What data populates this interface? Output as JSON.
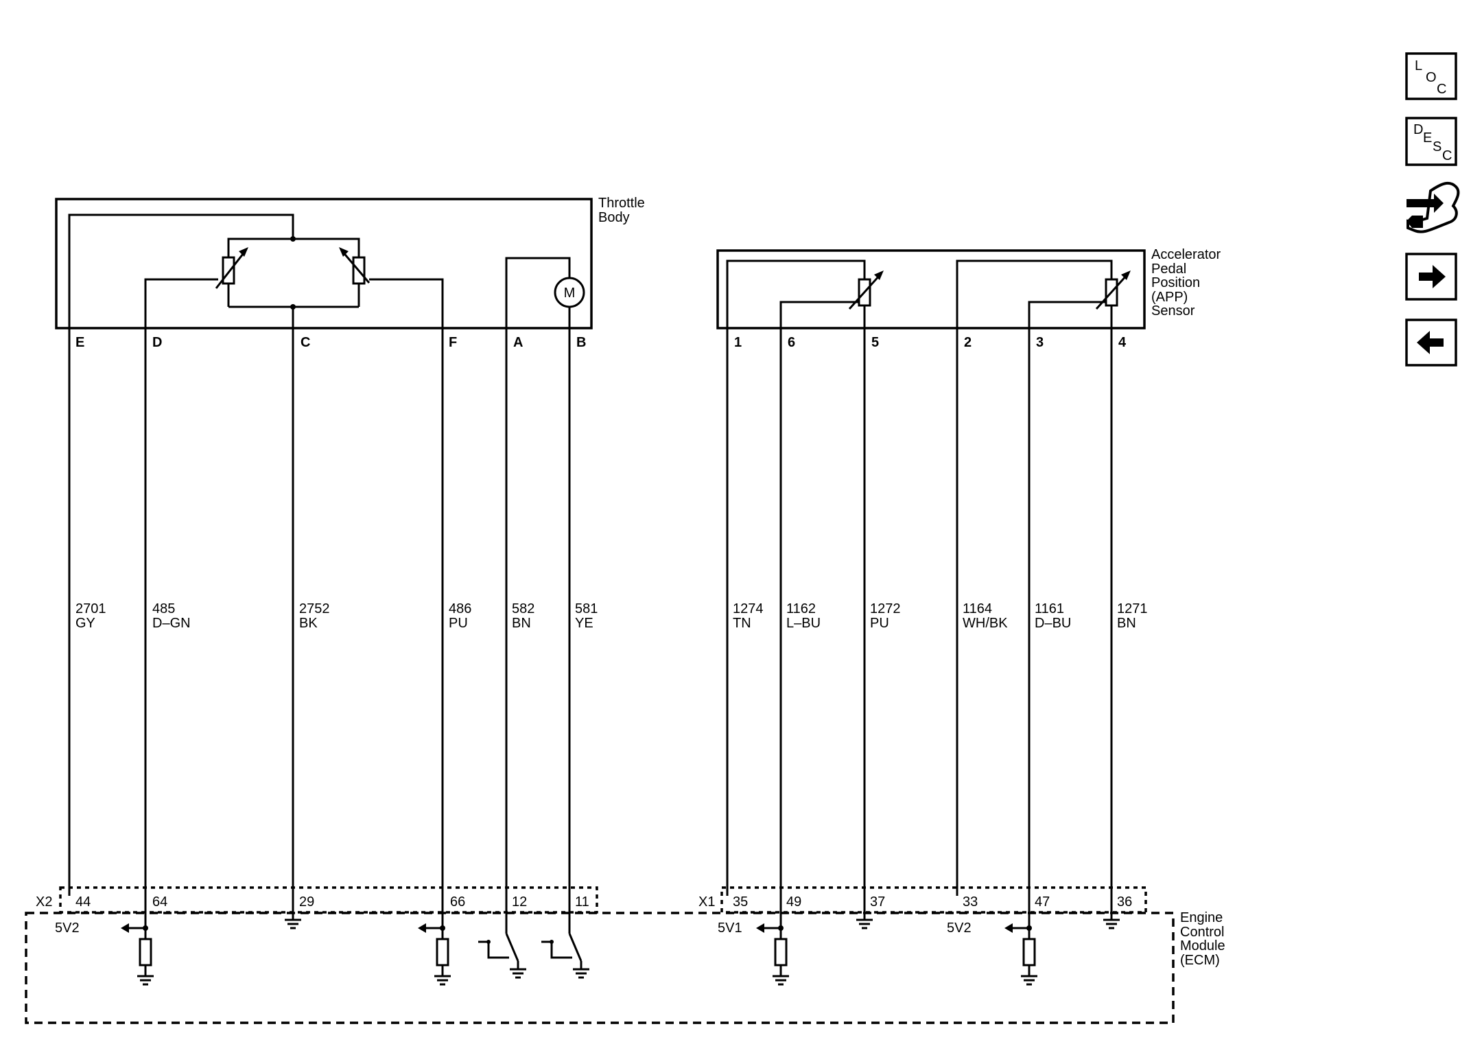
{
  "components": {
    "throttle_body": {
      "label_lines": [
        "Throttle",
        "Body"
      ],
      "motor": "M"
    },
    "app_sensor": {
      "label_lines": [
        "Accelerator",
        "Pedal",
        "Position",
        "(APP)",
        "Sensor"
      ]
    },
    "ecm": {
      "label_lines": [
        "Engine",
        "Control",
        "Module",
        "(ECM)"
      ]
    }
  },
  "connectors": {
    "x2": {
      "name": "X2"
    },
    "x1": {
      "name": "X1"
    }
  },
  "circuits": [
    {
      "pin": "E",
      "ecm_pin": "44",
      "circuit": "2701",
      "color": "GY",
      "ecm_label": "5V2"
    },
    {
      "pin": "D",
      "ecm_pin": "64",
      "circuit": "485",
      "color": "D–GN"
    },
    {
      "pin": "C",
      "ecm_pin": "29",
      "circuit": "2752",
      "color": "BK"
    },
    {
      "pin": "F",
      "ecm_pin": "66",
      "circuit": "486",
      "color": "PU"
    },
    {
      "pin": "A",
      "ecm_pin": "12",
      "circuit": "582",
      "color": "BN"
    },
    {
      "pin": "B",
      "ecm_pin": "11",
      "circuit": "581",
      "color": "YE"
    },
    {
      "pin": "1",
      "ecm_pin": "35",
      "circuit": "1274",
      "color": "TN",
      "ecm_label": "5V1"
    },
    {
      "pin": "6",
      "ecm_pin": "49",
      "circuit": "1162",
      "color": "L–BU"
    },
    {
      "pin": "5",
      "ecm_pin": "37",
      "circuit": "1272",
      "color": "PU"
    },
    {
      "pin": "2",
      "ecm_pin": "33",
      "circuit": "1164",
      "color": "WH/BK",
      "ecm_label": "5V2"
    },
    {
      "pin": "3",
      "ecm_pin": "47",
      "circuit": "1161",
      "color": "D–BU"
    },
    {
      "pin": "4",
      "ecm_pin": "36",
      "circuit": "1271",
      "color": "BN"
    }
  ],
  "nav": {
    "loc": [
      "L",
      "O",
      "C"
    ],
    "desc": [
      "D",
      "E",
      "S",
      "C"
    ],
    "icons": [
      "connector-repair-icon",
      "arrow-right-icon",
      "arrow-left-icon"
    ]
  }
}
